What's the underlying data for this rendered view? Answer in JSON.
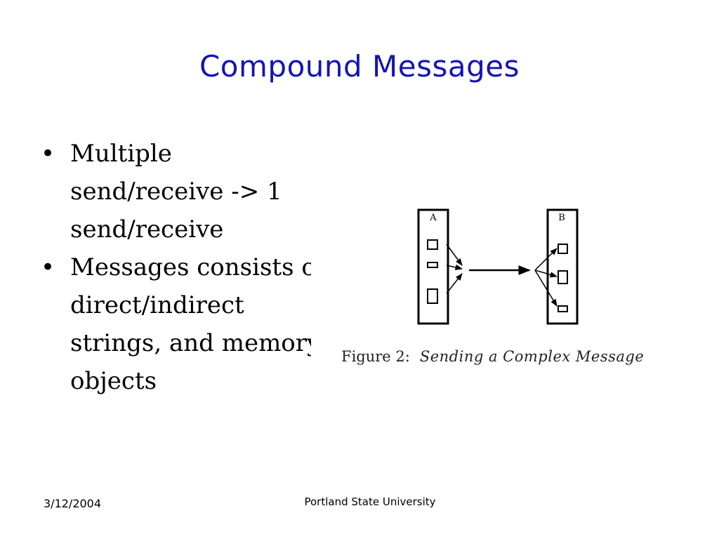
{
  "slide": {
    "title": "Compound Messages",
    "bullets": [
      {
        "lines": [
          "Multiple",
          "send/receive -> 1",
          "send/receive"
        ]
      },
      {
        "lines": [
          "Messages consists of",
          "direct/indirect",
          "strings, and memory",
          "objects"
        ]
      }
    ],
    "bullet_symbol": "•",
    "figure": {
      "label_a": "A",
      "label_b": "B",
      "caption_prefix": "Figure 2:",
      "caption_text": "Sending a Complex Message"
    },
    "footer": {
      "date": "3/12/2004",
      "organization": "Portland State University"
    }
  }
}
